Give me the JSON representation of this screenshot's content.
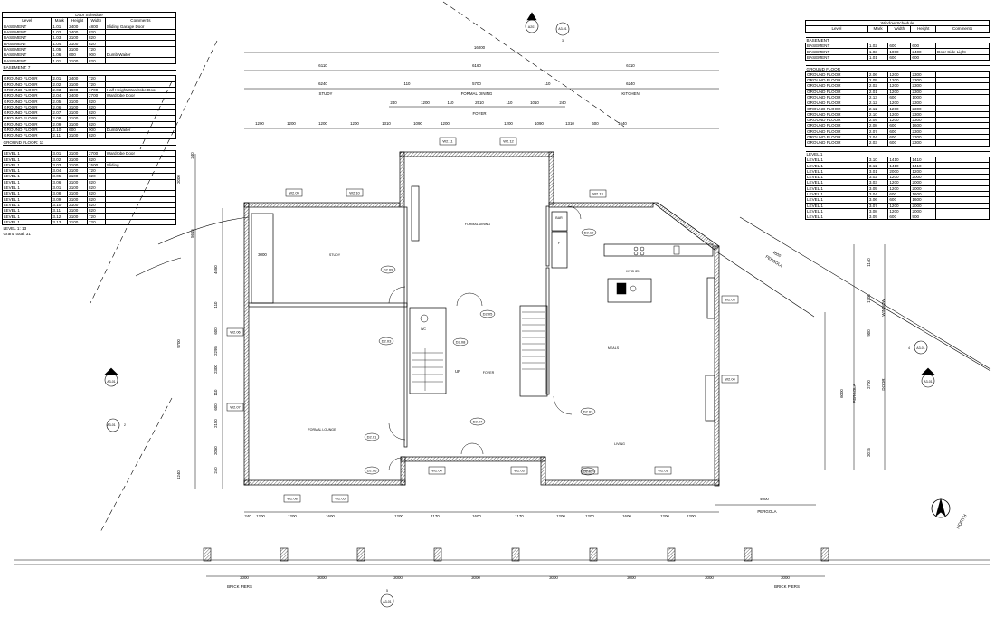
{
  "door_schedule": {
    "title": "Door Schedule",
    "headers": [
      "Level",
      "Mark",
      "Height",
      "Width",
      "Comments"
    ],
    "groups": [
      {
        "rows": [
          [
            "BASEMENT",
            "1.01",
            "2400",
            "4800",
            "Sliding Garage Door"
          ],
          [
            "BASEMENT",
            "1.02",
            "2400",
            "820",
            ""
          ],
          [
            "BASEMENT",
            "1.03",
            "2100",
            "820",
            ""
          ],
          [
            "BASEMENT",
            "1.04",
            "2100",
            "820",
            ""
          ],
          [
            "BASEMENT",
            "1.05",
            "2100",
            "720",
            ""
          ],
          [
            "BASEMENT",
            "1.06",
            "600",
            "900",
            "Dumb Waiter"
          ],
          [
            "BASEMENT",
            "1.01",
            "2100",
            "820",
            ""
          ]
        ],
        "subtotal": "BASEMENT: 7"
      },
      {
        "rows": [
          [
            "GROUND FLOOR",
            "2.01",
            "2400",
            "720",
            ""
          ],
          [
            "GROUND FLOOR",
            "2.02",
            "2100",
            "720",
            ""
          ],
          [
            "GROUND FLOOR",
            "2.03",
            "1600",
            "1700",
            "Half Height/Wardrobe Door"
          ],
          [
            "GROUND FLOOR",
            "2.04",
            "2400",
            "2700",
            "Wardrobe Door"
          ],
          [
            "GROUND FLOOR",
            "2.05",
            "2100",
            "820",
            ""
          ],
          [
            "GROUND FLOOR",
            "2.06",
            "2100",
            "820",
            ""
          ],
          [
            "GROUND FLOOR",
            "2.07",
            "2100",
            "820",
            ""
          ],
          [
            "GROUND FLOOR",
            "2.08",
            "2100",
            "820",
            ""
          ],
          [
            "GROUND FLOOR",
            "2.09",
            "2100",
            "820",
            ""
          ],
          [
            "GROUND FLOOR",
            "2.10",
            "600",
            "900",
            "Dumb Waiter"
          ],
          [
            "GROUND FLOOR",
            "2.11",
            "2100",
            "820",
            ""
          ]
        ],
        "subtotal": "GROUND FLOOR: 11"
      },
      {
        "rows": [
          [
            "LEVEL 1",
            "3.01",
            "2100",
            "2700",
            "Wardrobe Door"
          ],
          [
            "LEVEL 1",
            "3.02",
            "2100",
            "820",
            ""
          ],
          [
            "LEVEL 1",
            "3.03",
            "2100",
            "1500",
            "Sliding"
          ],
          [
            "LEVEL 1",
            "3.04",
            "2100",
            "720",
            ""
          ],
          [
            "LEVEL 1",
            "3.05",
            "2100",
            "820",
            ""
          ],
          [
            "LEVEL 1",
            "3.06",
            "2100",
            "820",
            ""
          ],
          [
            "LEVEL 1",
            "3.01",
            "2100",
            "820",
            ""
          ],
          [
            "LEVEL 1",
            "3.08",
            "2100",
            "820",
            ""
          ],
          [
            "LEVEL 1",
            "3.09",
            "2100",
            "820",
            ""
          ],
          [
            "LEVEL 1",
            "3.10",
            "2100",
            "820",
            ""
          ],
          [
            "LEVEL 1",
            "3.11",
            "2100",
            "820",
            ""
          ],
          [
            "LEVEL 1",
            "3.12",
            "2100",
            "720",
            ""
          ],
          [
            "LEVEL 1",
            "3.13",
            "2100",
            "720",
            ""
          ]
        ],
        "subtotal": "LEVEL 1: 13"
      }
    ],
    "grand_total": "Grand total: 31"
  },
  "window_schedule": {
    "title": "Window Schedule",
    "headers": [
      "Level",
      "Mark",
      "Width",
      "Height",
      "Comments"
    ],
    "groups": [
      {
        "label": "BASEMENT",
        "rows": [
          [
            "BASEMENT",
            "1.02",
            "600",
            "600",
            ""
          ],
          [
            "BASEMENT",
            "1.03",
            "1000",
            "2400",
            "Door Side Light"
          ],
          [
            "BASEMENT",
            "1.01",
            "600",
            "600",
            ""
          ]
        ]
      },
      {
        "label": "GROUND FLOOR",
        "rows": [
          [
            "GROUND FLOOR",
            "2.06",
            "1200",
            "2300",
            ""
          ],
          [
            "GROUND FLOOR",
            "2.05",
            "1200",
            "2300",
            ""
          ],
          [
            "GROUND FLOOR",
            "2.02",
            "1200",
            "2300",
            ""
          ],
          [
            "GROUND FLOOR",
            "2.01",
            "1200",
            "2300",
            ""
          ],
          [
            "GROUND FLOOR",
            "2.13",
            "600",
            "1000",
            ""
          ],
          [
            "GROUND FLOOR",
            "2.12",
            "1200",
            "2300",
            ""
          ],
          [
            "GROUND FLOOR",
            "2.11",
            "1200",
            "2300",
            ""
          ],
          [
            "GROUND FLOOR",
            "2.10",
            "1200",
            "2300",
            ""
          ],
          [
            "GROUND FLOOR",
            "2.09",
            "1200",
            "2300",
            ""
          ],
          [
            "GROUND FLOOR",
            "2.08",
            "600",
            "1600",
            ""
          ],
          [
            "GROUND FLOOR",
            "2.07",
            "600",
            "2300",
            ""
          ],
          [
            "GROUND FLOOR",
            "2.04",
            "600",
            "2300",
            ""
          ],
          [
            "GROUND FLOOR",
            "2.03",
            "600",
            "2300",
            ""
          ]
        ]
      },
      {
        "label": "LEVEL 1",
        "rows": [
          [
            "LEVEL 1",
            "3.10",
            "1410",
            "1410",
            ""
          ],
          [
            "LEVEL 1",
            "3.11",
            "1410",
            "1410",
            ""
          ],
          [
            "LEVEL 1",
            "3.01",
            "2000",
            "1200",
            ""
          ],
          [
            "LEVEL 1",
            "3.02",
            "1200",
            "2000",
            ""
          ],
          [
            "LEVEL 1",
            "3.03",
            "1200",
            "2000",
            ""
          ],
          [
            "LEVEL 1",
            "3.05",
            "1200",
            "2000",
            ""
          ],
          [
            "LEVEL 1",
            "3.04",
            "600",
            "1600",
            ""
          ],
          [
            "LEVEL 1",
            "3.06",
            "600",
            "1600",
            ""
          ],
          [
            "LEVEL 1",
            "3.07",
            "1200",
            "2000",
            ""
          ],
          [
            "LEVEL 1",
            "3.08",
            "1200",
            "2000",
            ""
          ],
          [
            "LEVEL 1",
            "3.09",
            "600",
            "900",
            ""
          ]
        ]
      }
    ]
  },
  "plan": {
    "rooms": [
      "STUDY",
      "FORMAL DINING",
      "KITCHEN",
      "FOYER",
      "MEALS",
      "FORMAL LOUNGE",
      "LIVING",
      "WC",
      "BAR",
      "F"
    ],
    "plan_labels": [
      "PERGOLA",
      "PERGOLA",
      "BRICK PIERS",
      "BRICK PIERS",
      "NORTH",
      "WINDOW",
      "DOOR",
      "PERGOLA",
      "UP"
    ],
    "door_tags": [
      "D2.09",
      "D2.03",
      "D2.08",
      "D2.05",
      "D2.07",
      "D2.01",
      "D2.06",
      "D2.10",
      "D2.02"
    ],
    "window_tags": [
      "W2.11",
      "W2.12",
      "W2.09",
      "W2.10",
      "W2.13",
      "W2.06",
      "W2.07",
      "W2.08",
      "W2.05",
      "W2.04",
      "W2.03",
      "W2.02",
      "W2.01",
      "W2.03",
      "W2.04"
    ],
    "section_refs": [
      "A201",
      "A3-01",
      "3",
      "A3-01",
      "2",
      "A3-01",
      "4",
      "A3-01",
      "A3-01",
      "1",
      "A3-01",
      "5"
    ],
    "dims_top_overall": "16000",
    "dims_top_thirds": [
      "6110",
      "6160",
      "6110"
    ],
    "dims_top_rooms": [
      "6240",
      "110",
      "5700",
      "110",
      "6240"
    ],
    "dims_top_foyer": [
      "240",
      "1200",
      "110",
      "2510",
      "110",
      "1010",
      "240"
    ],
    "dims_top_windows": [
      "1200",
      "1200",
      "1200",
      "1200",
      "1310",
      "1090",
      "1200",
      "1200",
      "1090",
      "1310",
      "600",
      "1640"
    ],
    "dims_left_outer": [
      "240",
      "2000",
      "5615",
      "9700",
      "1240"
    ],
    "dims_left_inner": [
      "4650",
      "110",
      "600",
      "2295",
      "2300",
      "110",
      "600",
      "2150",
      "2050",
      "240"
    ],
    "dims_study": "3000",
    "dims_bottom": [
      "240",
      "1200",
      "1200",
      "1600",
      "1200",
      "1170",
      "1600",
      "1170",
      "1200",
      "1200",
      "1600",
      "1200",
      "1200"
    ],
    "dims_piers": [
      "3000",
      "3000",
      "3000",
      "3000",
      "3000",
      "3000",
      "3000",
      "3000"
    ],
    "dims_pergola_top": "4600",
    "dims_pergola_bottom": "4000",
    "dims_pergola_side": "6000",
    "dims_right": [
      "1140",
      "1700",
      "900",
      "2700",
      "2015"
    ]
  }
}
